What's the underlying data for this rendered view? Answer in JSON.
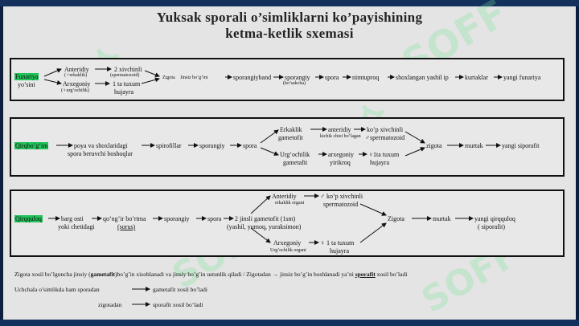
{
  "title": {
    "line1": "Yuksak sporali o’simliklarni ko’payishining",
    "line2": "ketma-ketlik sxemasi"
  },
  "box1": {
    "start": "Funariya",
    "start2": "yo’sini",
    "a1": "Anteridiy",
    "a1s": "(♂erkaklik)",
    "a2": "2 xivchinli",
    "a2s": "(spermatozoid)",
    "b1": "Arxegoniy",
    "b1s": "(♀urg’ochilik)",
    "b2": "1 ta tuxum",
    "b2s": "hujayra",
    "c1": "Zigota",
    "c2": "Jinsiz bo’g’im",
    "c3": "sporangiyband",
    "c4": "sporangiy",
    "c4s": "(ko’sakcha)",
    "c5": "spora",
    "c6": "nimtuproq",
    "c7": "shoxlangan yashil ip",
    "c8": "kurtaklar",
    "c9": "yangi funariya"
  },
  "box2": {
    "start": "Qirqbo’g’im",
    "p1": "poya va shoxlaridagi",
    "p1b": "spora beruvchi boshoqlar",
    "p2": "spirofillar",
    "p3": "sporangiy",
    "p4": "spora",
    "e1": "Erkaklik",
    "e1b": "gametofit",
    "e2": "anteridiy",
    "e2s": "kichik chiei bo’lagan",
    "e3": "ko’p xivchinli",
    "e3b": "♂spermatozoid",
    "f1": "Urg’ochilik",
    "f1b": "gametafit",
    "f2": "arxegoniy",
    "f2b": "yirikroq",
    "f3": "♀1ta tuxum",
    "f3b": "hujayra",
    "z": "zigota",
    "m": "murtak",
    "end": "yangi siporafit"
  },
  "box3": {
    "start": "Qirqquloq",
    "p1": "barg osti",
    "p1b": "yoki chetidagi",
    "p2": "qo’ng’ir bo’rtma",
    "p2b": "(sorus)",
    "p3": "sporangiy",
    "p4": "spora",
    "p5": "2 jinsli gametofit (1sm)",
    "p5b": "(yashil, yumoq, yuraksimon)",
    "a1": "Anteridiy",
    "a1s": "erkaklik organi",
    "a2": "♂ ko’p xivchinli",
    "a2b": "spermatozoid",
    "b1": "Arxegoniy",
    "b1s": "Urg’ochilik organi",
    "b2": "♀ 1 ta tuxum",
    "b2b": "hujayra",
    "z": "Zigota",
    "m": "murtak",
    "end": "yangi qirqquloq",
    "end2": "( siporafit)"
  },
  "notes": {
    "n1a": "Zigota xosil bo’lguncha jinsiy (",
    "n1b": "gametafit",
    "n1c": ")bo’g’in xisoblanadi va jinsiy bo’g’in ustunlik qiladi  /  Zigotadan → jinsiz bo’g’in boshlanadi ya’ni ",
    "n1d": "sporafit",
    "n1e": " xosil bo’ladi",
    "n2a": "Uchchala o’simlikda ham  sporadan",
    "n2b": "gametafit xosil bo’ladi",
    "n3a": "zigotadan",
    "n3b": "sporafit xosil bo’ladi"
  },
  "watermark": "SOFF"
}
